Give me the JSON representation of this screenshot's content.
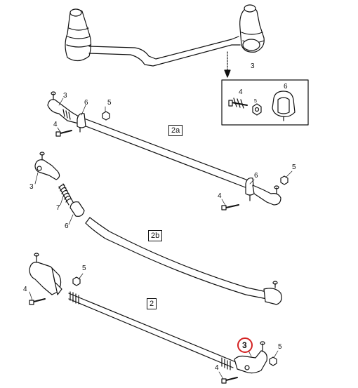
{
  "diagram": {
    "top_assembly": {
      "part_label": "3"
    },
    "detail_inset": {
      "labels": [
        "4",
        "5",
        "6"
      ]
    },
    "variant_2a": {
      "box_label": "2a",
      "labels": {
        "tie_end_left": "3",
        "clamp_left": "6",
        "nut_left": "5",
        "bolt_left": "4",
        "clamp_right": "6",
        "nut_right": "5",
        "bolt_right": "4"
      }
    },
    "variant_2b": {
      "box_label": "2b",
      "labels": {
        "tie_end": "3",
        "sleeve": "7",
        "clamp": "6"
      }
    },
    "variant_2": {
      "box_label": "2",
      "labels": {
        "nut_left": "5",
        "bolt_left": "4",
        "tie_end_right": "3",
        "nut_right": "5",
        "bolt_right": "4"
      }
    },
    "highlight": {
      "label": "3",
      "color": "#d42222"
    }
  }
}
